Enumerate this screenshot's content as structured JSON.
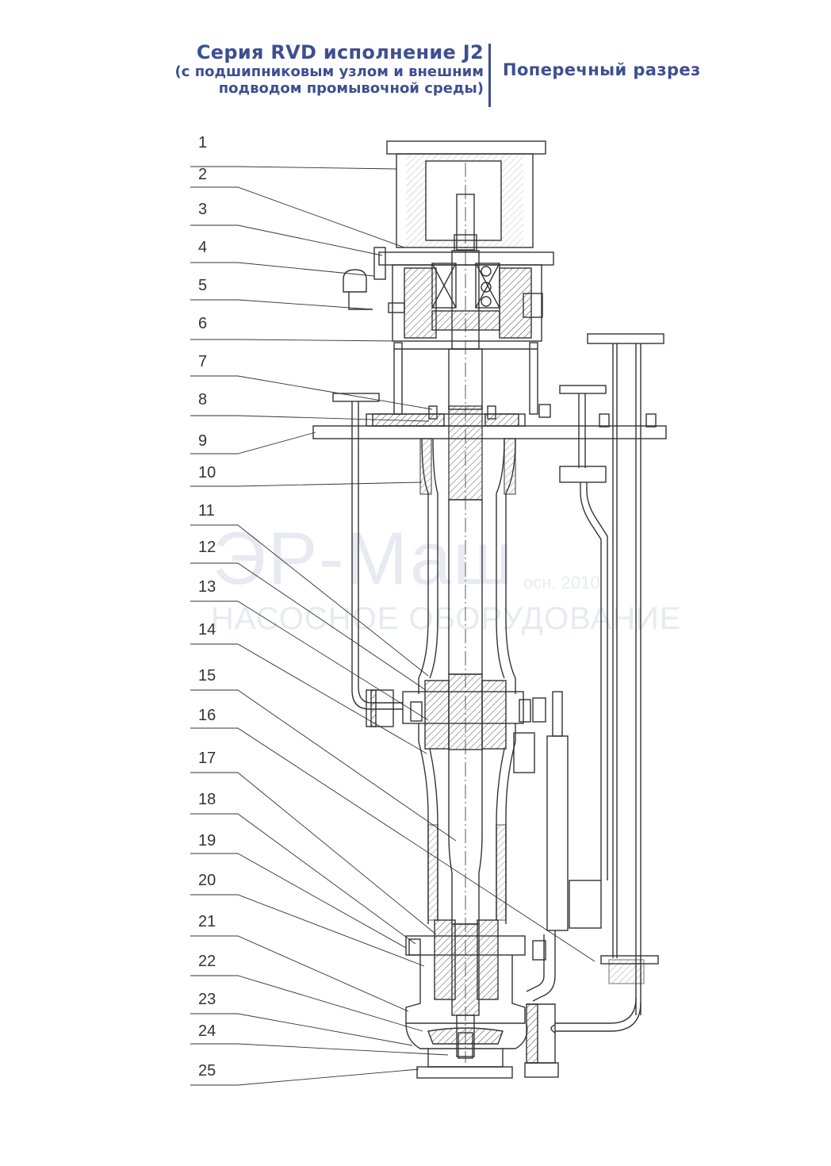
{
  "title": {
    "line1": "Серия RVD исполнение J2",
    "line2": "(с подшипниковым узлом и внешним",
    "line3": "подводом промывочной среды)"
  },
  "section_label": "Поперечный разрез",
  "watermark": {
    "main": "ЭР-Маш",
    "sub": "НАСОСНОЕ ОБОРУДОВАНИЕ",
    "year": "осн. 2010"
  },
  "callouts": [
    "1",
    "2",
    "3",
    "4",
    "5",
    "6",
    "7",
    "8",
    "9",
    "10",
    "11",
    "12",
    "13",
    "14",
    "15",
    "16",
    "17",
    "18",
    "19",
    "20",
    "21",
    "22",
    "23",
    "24",
    "25"
  ],
  "colors": {
    "title": "#3d4f91",
    "line": "#333333",
    "watermark": "#e7eaf1"
  }
}
